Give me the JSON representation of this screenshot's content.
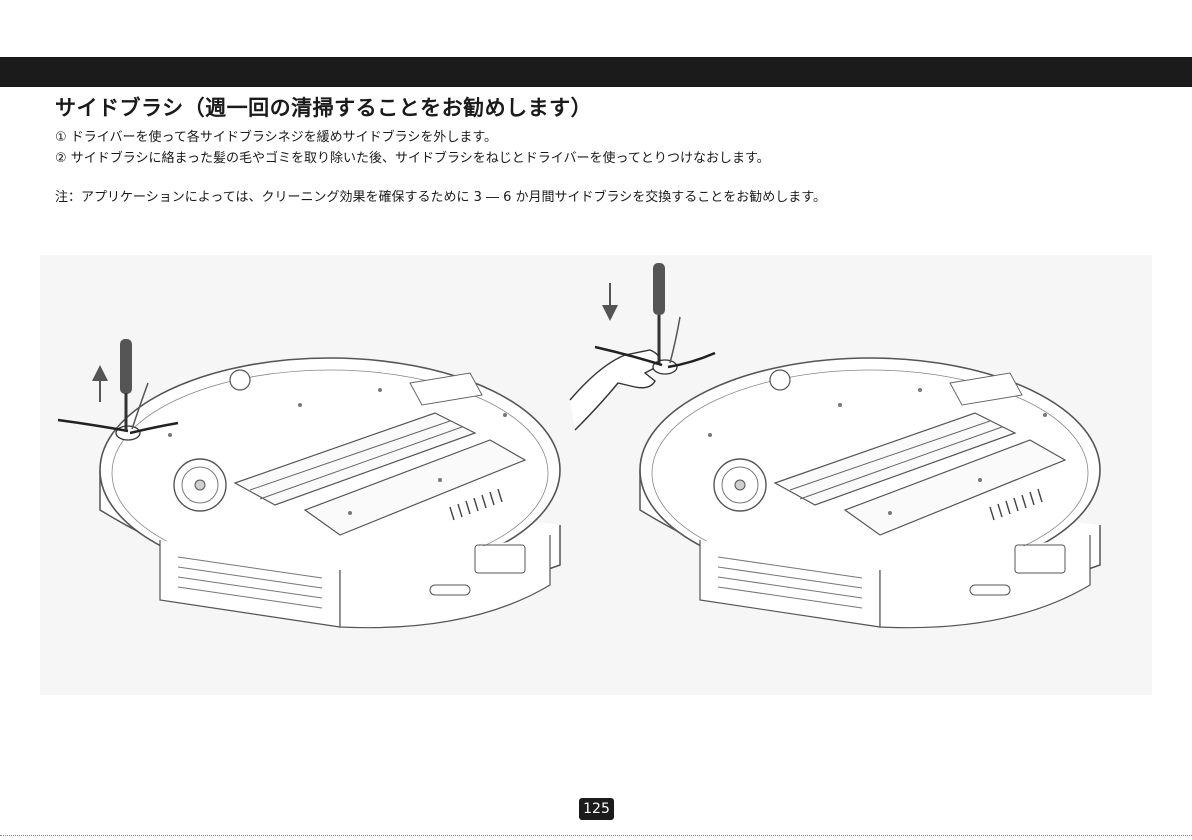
{
  "title": "サイドブラシ（週一回の清掃することをお勧めします）",
  "steps": [
    "① ドライバーを使って各サイドブラシネジを緩めサイドブラシを外します。",
    "② サイドブラシに絡まった髪の毛やゴミを取り除いた後、サイドブラシをねじとドライバーを使ってとりつけなおします。"
  ],
  "note": "注：アプリケーションによっては、クリーニング効果を確保するために 3 ― 6 か月間サイドブラシを交換することをお勧めします。",
  "page_number": "125",
  "colors": {
    "header_bar": "#1b1b1b",
    "text": "#1a1a1a",
    "illustration_background": "#f6f6f6",
    "line_art": "#555555"
  },
  "icons": {
    "remove_arrow": "arrow-up-icon",
    "install_arrow": "arrow-down-icon",
    "tool": "screwdriver-icon"
  }
}
